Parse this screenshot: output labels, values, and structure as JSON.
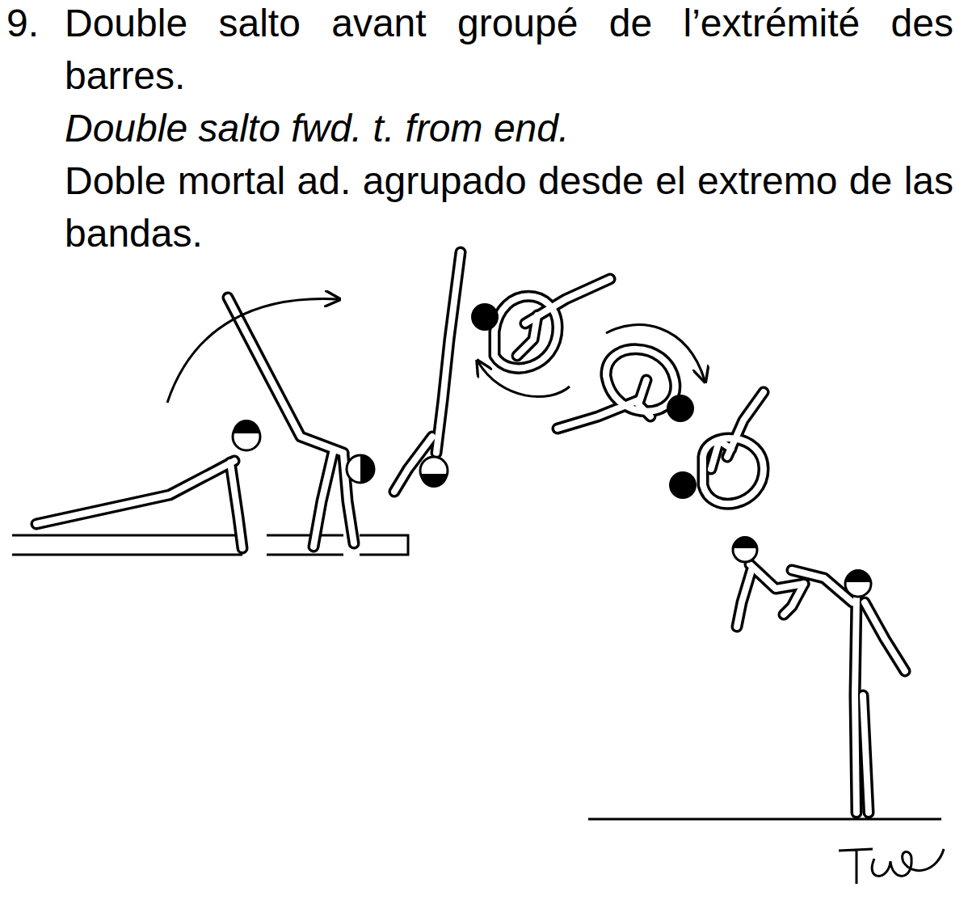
{
  "diagram": {
    "labels": [
      "9.",
      "Double salto avant groupé de l’extrémité des barres.",
      "Double salto fwd. t. from end.",
      "Doble mortal ad. agrupado desde el extremo de las bandas."
    ]
  }
}
